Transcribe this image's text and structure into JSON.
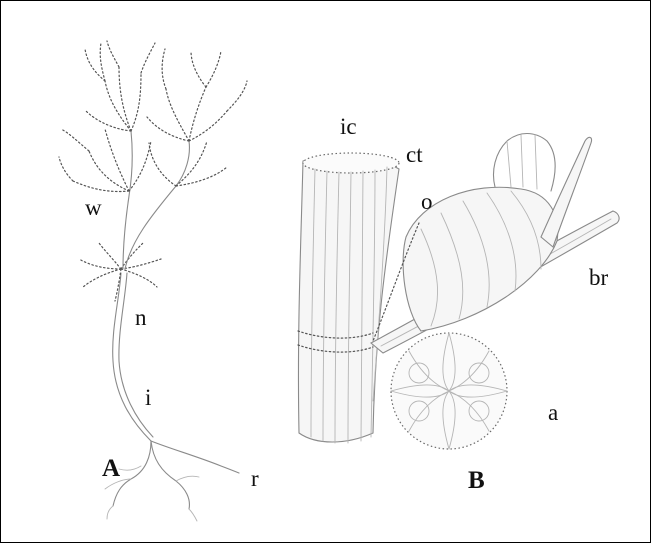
{
  "figure": {
    "panel_labels": {
      "a": "A",
      "b": "B"
    },
    "labels_a": {
      "w": "w",
      "n": "n",
      "i": "i",
      "r": "r"
    },
    "labels_b": {
      "ic": "ic",
      "ct": "ct",
      "o": "o",
      "br": "br",
      "a": "a"
    }
  }
}
